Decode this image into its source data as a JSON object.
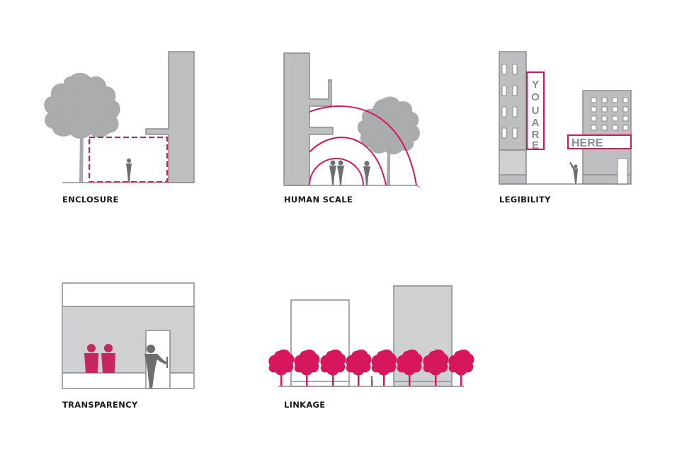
{
  "colors": {
    "background": "#ffffff",
    "building_fill": "#bcbec0",
    "building_stroke": "#8a8c8e",
    "tree_gray": "#a7a9ab",
    "person_gray": "#6d6e70",
    "accent_pink": "#d6175e",
    "label": "#1a1a1a"
  },
  "panels": [
    {
      "id": "enclosure",
      "label": "ENCLOSURE"
    },
    {
      "id": "human-scale",
      "label": "HUMAN SCALE"
    },
    {
      "id": "legibility",
      "label": "LEGIBILITY",
      "sign_vertical": "YOUARE",
      "sign_horizontal": "HERE"
    },
    {
      "id": "transparency",
      "label": "TRANSPARENCY"
    },
    {
      "id": "linkage",
      "label": "LINKAGE"
    }
  ]
}
